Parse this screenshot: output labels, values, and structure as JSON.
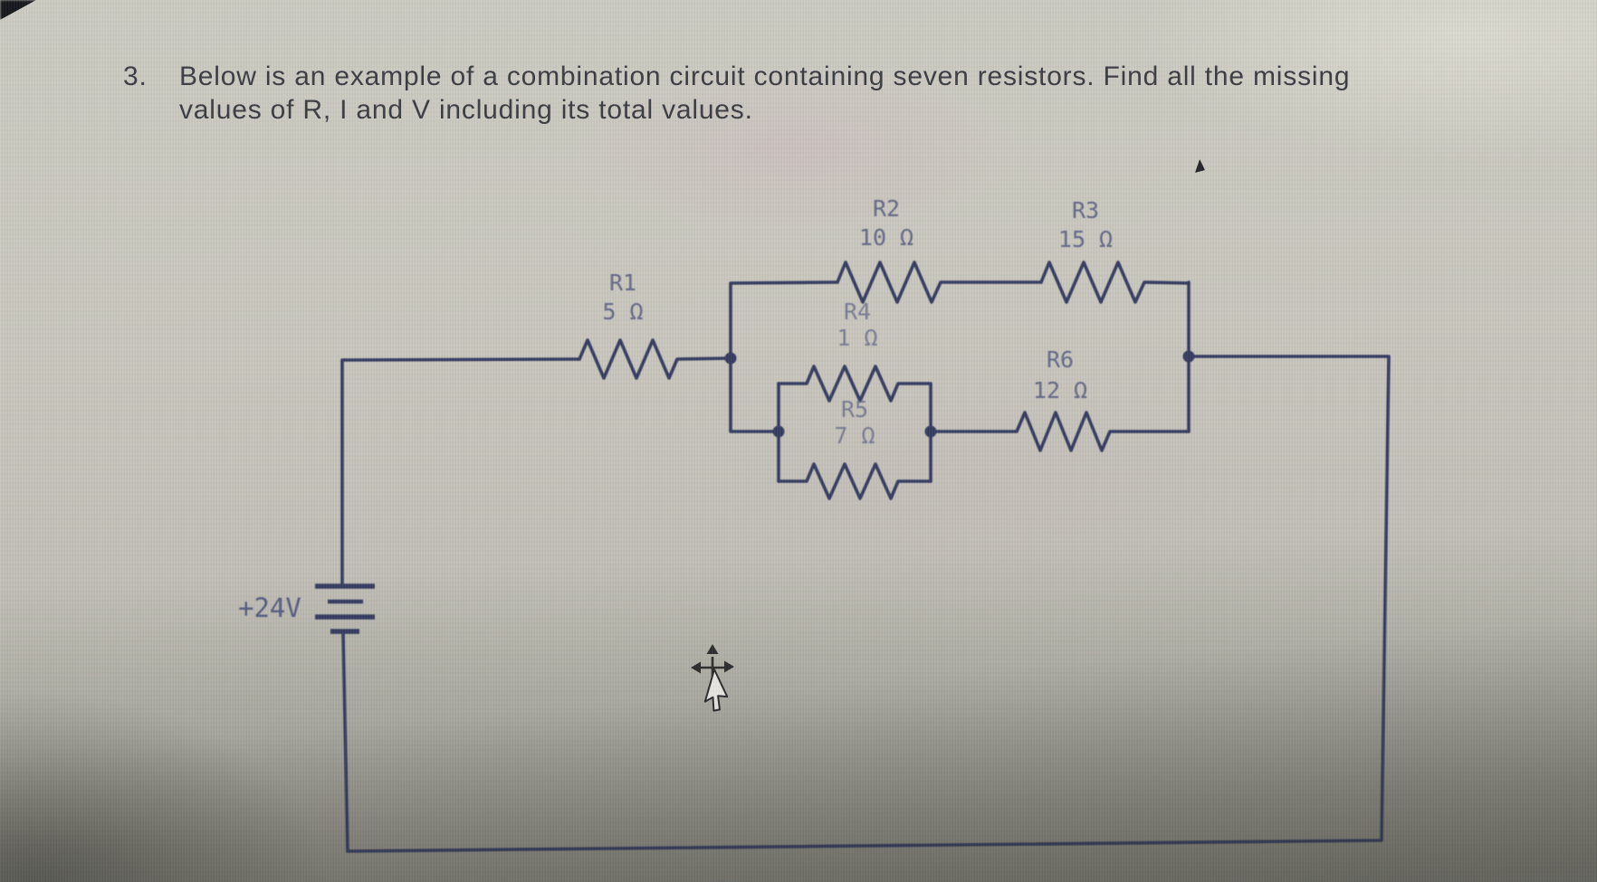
{
  "problem": {
    "number": "3.",
    "text_line1": "Below is an example of a combination circuit containing seven resistors. Find all the missing",
    "text_line2": "values of R, I and V including its total values."
  },
  "circuit": {
    "battery_label": "+24V",
    "resistors": [
      {
        "name": "R1",
        "value": "5 Ω"
      },
      {
        "name": "R2",
        "value": "10 Ω"
      },
      {
        "name": "R3",
        "value": "15 Ω"
      },
      {
        "name": "R4",
        "value": "1 Ω"
      },
      {
        "name": "R5",
        "value": "7 Ω"
      },
      {
        "name": "R6",
        "value": "12 Ω"
      }
    ]
  },
  "cursor": "move-cursor",
  "colors": {
    "wire": "#343b60",
    "resistor_label": "#636887",
    "question_text": "#3b3c41",
    "background_top": "#cdccc3",
    "background_bottom": "#83837b"
  }
}
